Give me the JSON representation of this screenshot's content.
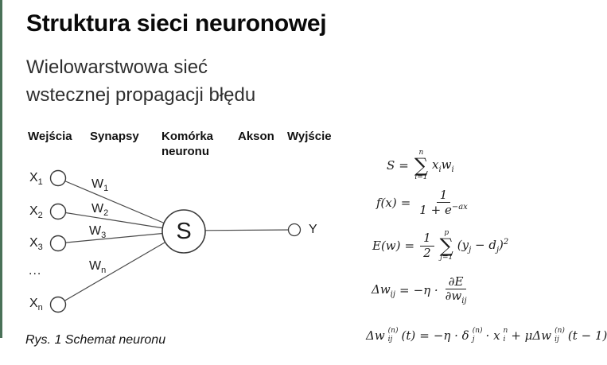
{
  "slide": {
    "title": "Struktura sieci neuronowej",
    "subtitle_line1": "Wielowarstwowa sieć",
    "subtitle_line2": "wstecznej propagacji błędu",
    "caption": "Rys. 1 Schemat neuronu",
    "accent_color": "#4a7158"
  },
  "diagram": {
    "headers": [
      "Wejścia",
      "Synapsy",
      "Komórka neuronu",
      "Akson",
      "Wyjście"
    ],
    "inputs": [
      {
        "base": "X",
        "sub": "1"
      },
      {
        "base": "X",
        "sub": "2"
      },
      {
        "base": "X",
        "sub": "3"
      },
      {
        "base": "...",
        "sub": ""
      },
      {
        "base": "X",
        "sub": "n"
      }
    ],
    "weights": [
      {
        "base": "W",
        "sub": "1"
      },
      {
        "base": "W",
        "sub": "2"
      },
      {
        "base": "W",
        "sub": "3"
      },
      {
        "base": "W",
        "sub": "n"
      }
    ],
    "soma_label": "S",
    "output_label": "Y"
  },
  "formulas": {
    "f1": {
      "lhs": "S",
      "eq": "=",
      "sum_upper": "n",
      "sum_symbol": "∑",
      "sum_lower": "i=1",
      "term1": "x",
      "term1_sub": "i",
      "term2": "w",
      "term2_sub": "i"
    },
    "f2": {
      "lhs": "f(x)",
      "eq": "=",
      "num": "1",
      "den_base": "1 + e",
      "den_exp": "−ax"
    },
    "f3": {
      "lhs": "E(w)",
      "eq": "=",
      "frac_num": "1",
      "frac_den": "2",
      "sum_upper": "p",
      "sum_symbol": "∑",
      "sum_lower": "j=1",
      "open": "(",
      "y": "y",
      "y_sub": "j",
      "minus": " − ",
      "d": "d",
      "d_sub": "j",
      "close": ")",
      "power": "2"
    },
    "f4": {
      "lhs": "Δw",
      "lhs_sub": "ij",
      "eq": "=",
      "coef": "−η ·",
      "num": "∂E",
      "den": "∂w",
      "den_sub": "ij"
    },
    "f5": {
      "p1": "Δw",
      "p1_sup": "(n)",
      "p1_sub": "ij",
      "p2": "(t)",
      "eq": "=",
      "p3": "−η · δ",
      "p3_sup": "(n)",
      "p3_sub": "j",
      "p4": "· x",
      "p4_sup": "n",
      "p4_sub": "i",
      "p5": "+ μΔw",
      "p5_sup": "(n)",
      "p5_sub": "ij",
      "p6": "(t − 1)"
    }
  }
}
